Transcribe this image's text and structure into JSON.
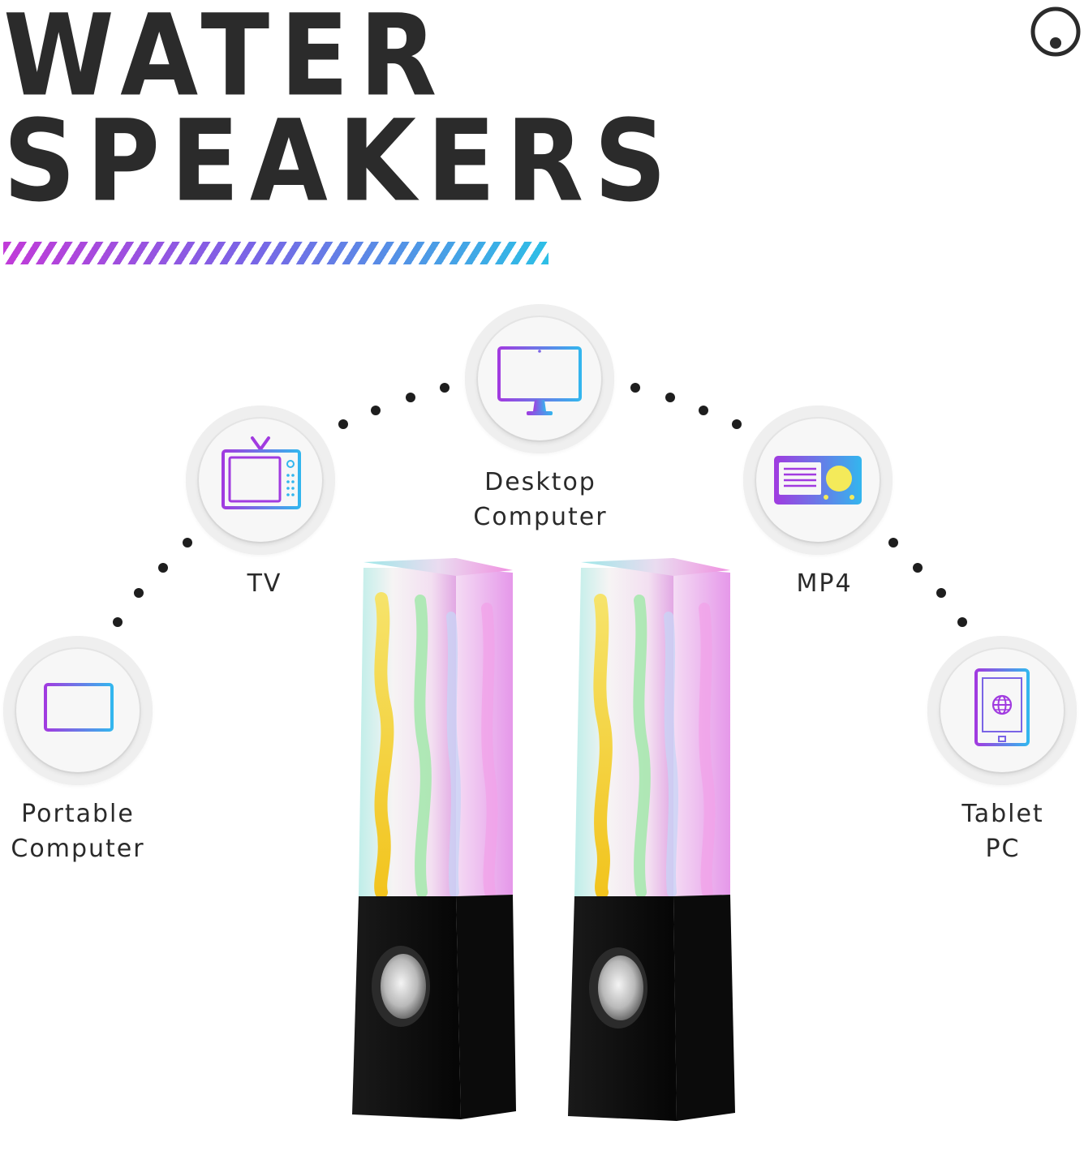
{
  "headline": {
    "line1": "WATER",
    "line2": "SPEAKERS"
  },
  "colors": {
    "headline": "#2b2b2b",
    "stripe_start": "#c13bd8",
    "stripe_end": "#2dbfe6",
    "icon_purple": "#a13be0",
    "icon_blue": "#33b6ee",
    "speaker_base": "#111111"
  },
  "corner_icon": "circle-dot-icon",
  "devices": [
    {
      "icon": "laptop-icon",
      "label_lines": [
        "Portable",
        "Computer"
      ]
    },
    {
      "icon": "tv-icon",
      "label_lines": [
        "TV"
      ]
    },
    {
      "icon": "desktop-monitor-icon",
      "label_lines": [
        "Desktop",
        "Computer"
      ]
    },
    {
      "icon": "mp4-player-icon",
      "label_lines": [
        "MP4"
      ]
    },
    {
      "icon": "tablet-icon",
      "label_lines": [
        "Tablet",
        "PC"
      ]
    }
  ],
  "product": {
    "image": "two-led-water-speakers"
  }
}
